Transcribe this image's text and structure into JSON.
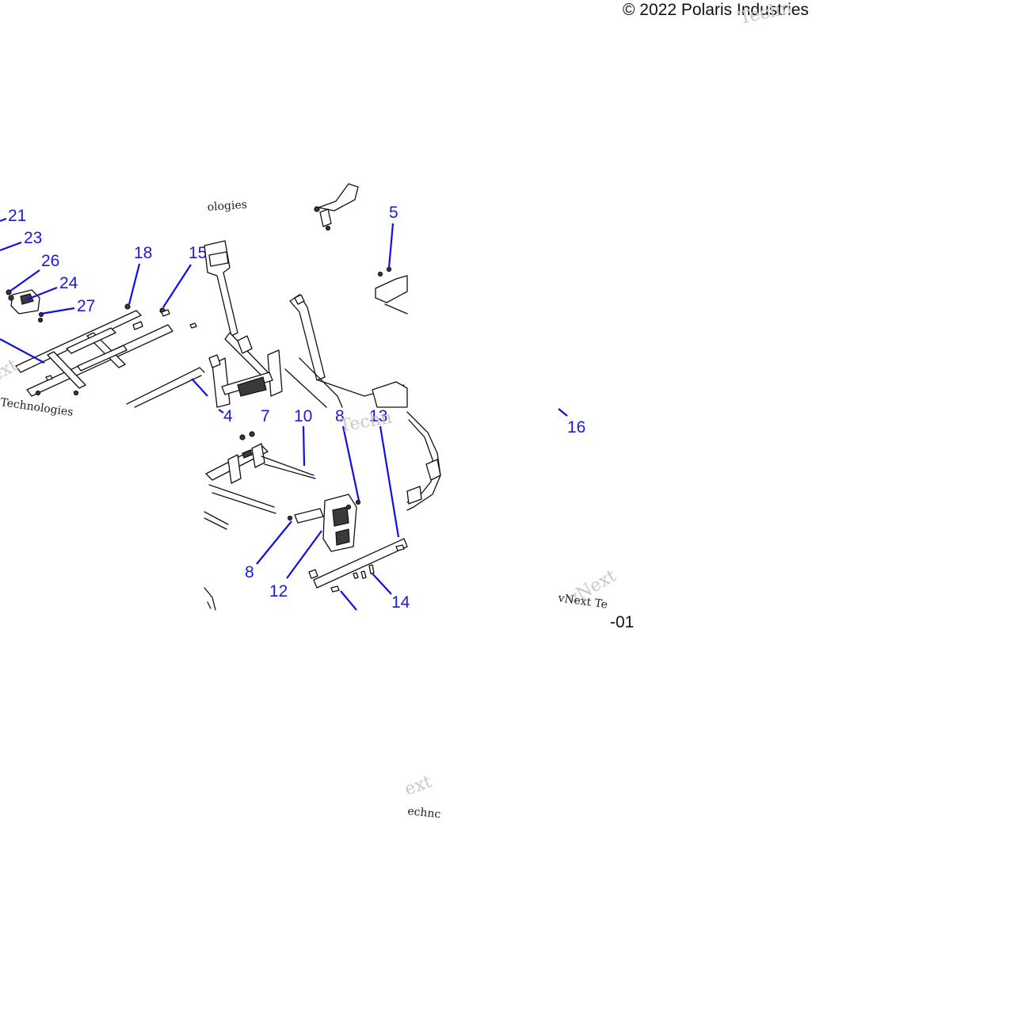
{
  "copyright": "© 2022 Polaris Industries",
  "figure_ref": "-01",
  "watermarks": {
    "w1": "vNext",
    "w2": "Technologies",
    "w3": "vNext Te",
    "w4": "Techn",
    "w5": "ext",
    "w6": "echnc",
    "w7": "ologies"
  },
  "callouts": {
    "c21": "21",
    "c23": "23",
    "c26": "26",
    "c24": "24",
    "c27": "27",
    "c18": "18",
    "c15": "15",
    "c5": "5",
    "c4": "4",
    "c7": "7",
    "c10": "10",
    "c8a": "8",
    "c13": "13",
    "c16": "16",
    "c8b": "8",
    "c12": "12",
    "c14": "14"
  }
}
